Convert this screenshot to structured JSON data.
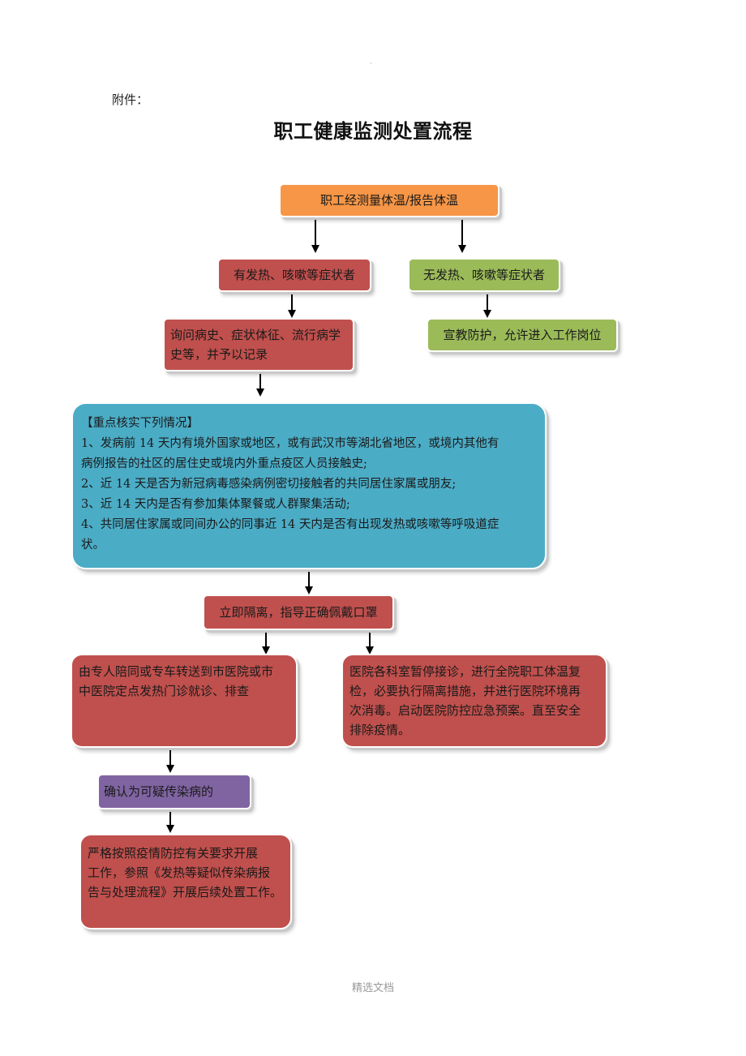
{
  "header": {
    "dot": "·",
    "attachment_label": "附件：",
    "title": "职工健康监测处置流程"
  },
  "nodes": {
    "measure": "职工经测量体温/报告体温",
    "has_symptoms": "有发热、咳嗽等症状者",
    "no_symptoms": "无发热、咳嗽等症状者",
    "inquire": [
      "询问病史、症状体征、流行病学",
      "史等，并予以记录"
    ],
    "educate": "宣教防护，允许进入工作岗位",
    "verify": {
      "heading": "【重点核实下列情况】",
      "lines": [
        "1、发病前 14 天内有境外国家或地区，或有武汉市等湖北省地区，或境内其他有",
        "病例报告的社区的居住史或境内外重点疫区人员接触史;",
        "2、近 14 天是否为新冠病毒感染病例密切接触者的共同居住家属或朋友;",
        "3、近 14 天内是否有参加集体聚餐或人群聚集活动;",
        "4、共同居住家属或同间办公的同事近 14 天内是否有出现发热或咳嗽等呼吸道症",
        "状。"
      ]
    },
    "isolate": "立即隔离，指导正确佩戴口罩",
    "transfer": [
      "由专人陪同或专车转送到市医院或市",
      "中医院定点发热门诊就诊、排查"
    ],
    "hospital": [
      "医院各科室暂停接诊，进行全院职工体温复",
      "检，必要执行隔离措施，并进行医院环境再",
      "次消毒。启动医院防控应急预案。直至安全",
      "排除疫情。"
    ],
    "suspected": "确认为可疑传染病的",
    "followup": [
      "严格按照疫情防控有关要求开展",
      "工作，参照《发热等疑似传染病报",
      "告与处理流程》开展后续处置工作。"
    ]
  },
  "colors": {
    "orange": "#f79646",
    "red": "#c0504d",
    "green": "#9bbb59",
    "blue": "#4bacc6",
    "purple": "#8064a2"
  },
  "footer": "精选文档"
}
